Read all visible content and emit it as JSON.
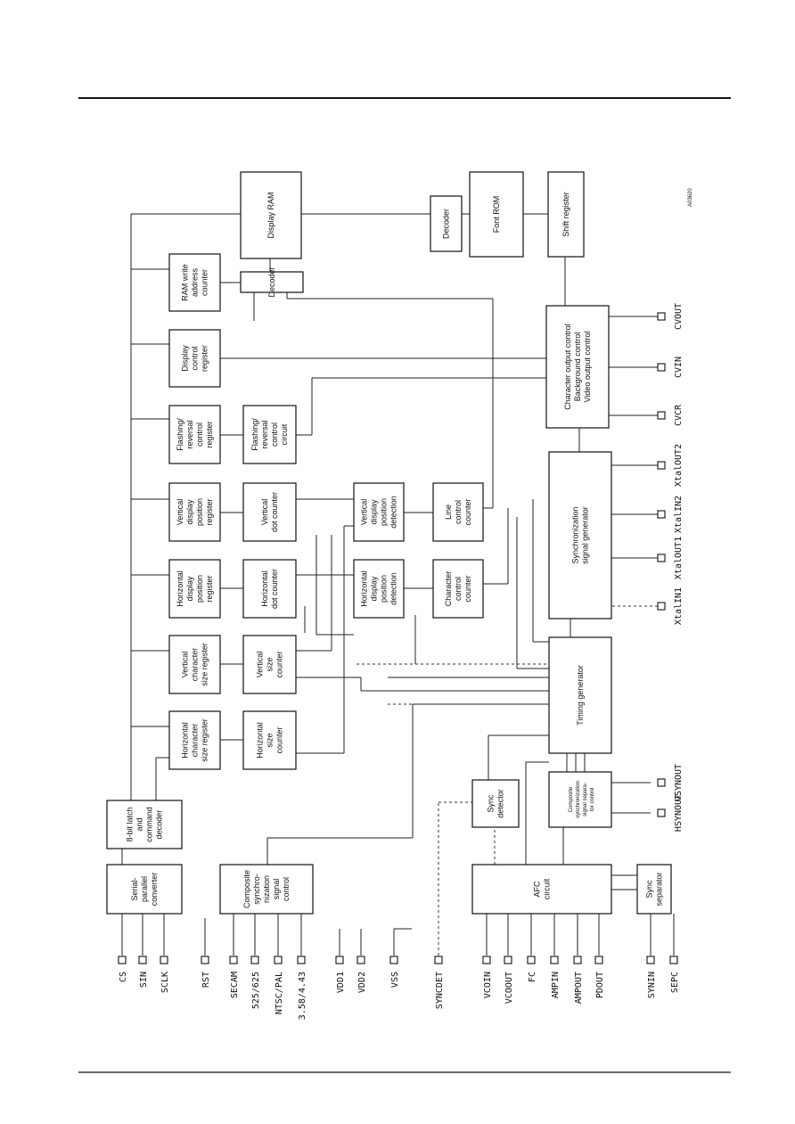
{
  "diagram": {
    "drawing_code": "A03620",
    "blocks": [
      {
        "id": "serial-parallel-converter",
        "lines": [
          "Serial-",
          "parallel",
          "converter"
        ]
      },
      {
        "id": "latch-command-decoder",
        "lines": [
          "8-bit latch",
          "and",
          "command",
          "decoder"
        ]
      },
      {
        "id": "composite-sync-control",
        "lines": [
          "Composite",
          "synchro-",
          "nization",
          "signal",
          "control"
        ]
      },
      {
        "id": "horizontal-character-size-register",
        "lines": [
          "Horizontal",
          "character",
          "size register"
        ]
      },
      {
        "id": "vertical-character-size-register",
        "lines": [
          "Vertical",
          "character",
          "size register"
        ]
      },
      {
        "id": "horizontal-display-position-register",
        "lines": [
          "Horizontal",
          "display",
          "position",
          "register"
        ]
      },
      {
        "id": "vertical-display-position-register",
        "lines": [
          "Vertical",
          "display",
          "position",
          "register"
        ]
      },
      {
        "id": "flashing-reversal-control-register",
        "lines": [
          "Flashing/",
          "reversal",
          "control",
          "register"
        ]
      },
      {
        "id": "display-control-register",
        "lines": [
          "Display",
          "control",
          "register"
        ]
      },
      {
        "id": "ram-write-address-counter",
        "lines": [
          "RAM write",
          "address",
          "counter"
        ]
      },
      {
        "id": "horizontal-size-counter",
        "lines": [
          "Horizontal",
          "size",
          "counter"
        ]
      },
      {
        "id": "vertical-size-counter",
        "lines": [
          "Vertical",
          "size",
          "counter"
        ]
      },
      {
        "id": "horizontal-dot-counter",
        "lines": [
          "Horizontal",
          "dot counter"
        ]
      },
      {
        "id": "vertical-dot-counter",
        "lines": [
          "Vertical",
          "dot counter"
        ]
      },
      {
        "id": "flashing-reversal-control-circuit",
        "lines": [
          "Flashing/",
          "reversal",
          "control",
          "circuit"
        ]
      },
      {
        "id": "ram-decoder",
        "lines": [
          "Decoder"
        ]
      },
      {
        "id": "display-ram",
        "lines": [
          "Display RAM"
        ]
      },
      {
        "id": "horizontal-display-position-detection",
        "lines": [
          "Horizontal",
          "display",
          "position",
          "detection"
        ]
      },
      {
        "id": "vertical-display-position-detection",
        "lines": [
          "Vertical",
          "display",
          "position",
          "detection"
        ]
      },
      {
        "id": "character-control-counter",
        "lines": [
          "Character",
          "control",
          "counter"
        ]
      },
      {
        "id": "line-control-counter",
        "lines": [
          "Line",
          "control",
          "counter"
        ]
      },
      {
        "id": "rom-decoder",
        "lines": [
          "Decoder"
        ]
      },
      {
        "id": "font-rom",
        "lines": [
          "Font ROM"
        ]
      },
      {
        "id": "shift-register",
        "lines": [
          "Shift register"
        ]
      },
      {
        "id": "sync-detector",
        "lines": [
          "Sync",
          "detector"
        ]
      },
      {
        "id": "composite-sync-signal-separation",
        "lines": [
          "Composite",
          "synchronization",
          "signal separa-",
          "tor control"
        ]
      },
      {
        "id": "timing-generator",
        "lines": [
          "Timing generator"
        ]
      },
      {
        "id": "synchronization-signal-generator",
        "lines": [
          "Synchronization",
          "signal generator"
        ]
      },
      {
        "id": "output-control",
        "lines": [
          "Character output control",
          "Background control",
          "Video output control"
        ]
      },
      {
        "id": "afc-circuit",
        "lines": [
          "AFC",
          "circuit"
        ]
      },
      {
        "id": "sync-separator",
        "lines": [
          "Sync",
          "separator"
        ]
      }
    ],
    "left_pins": [
      "CS",
      "SIN",
      "SCLK",
      "RST",
      "SECAM",
      "525/625",
      "NTSC/PAL",
      "3.58/4.43",
      "VDD1",
      "VDD2",
      "VSS",
      "SYNCDET",
      "VCOIN",
      "VCOOUT",
      "FC",
      "AMPIN",
      "AMPOUT",
      "PDOUT",
      "SYNIN",
      "SEPC"
    ],
    "right_pins": [
      "CVOUT",
      "CVIN",
      "CVCR",
      "XtalOUT2",
      "XtalIN2",
      "XtalOUT1",
      "XtalIN1",
      "VSYNOUT",
      "HSYNOUT"
    ]
  }
}
